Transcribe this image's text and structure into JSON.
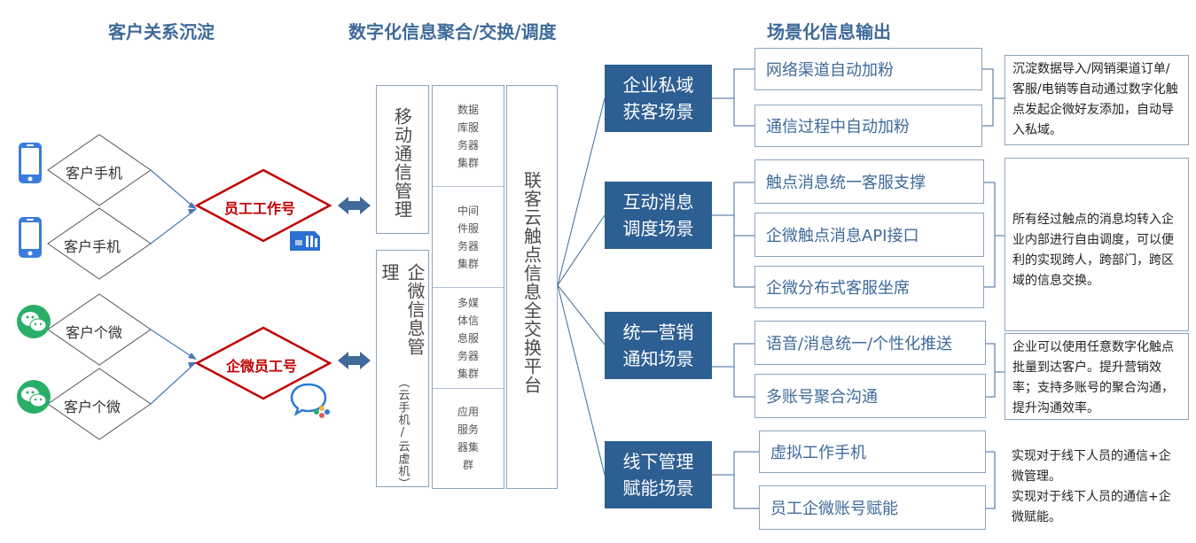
{
  "headers": {
    "left": "客户关系沉淀",
    "middle": "数字化信息聚合/交换/调度",
    "right": "场景化信息输出"
  },
  "customers": [
    "客户手机",
    "客户手机",
    "客户个微",
    "客户个微"
  ],
  "employees": {
    "work_phone": "员工工作号",
    "wecom": "企微员工号"
  },
  "management": {
    "mobile": "移动通信管理",
    "wecom": "企微信息管理",
    "wecom_sub": "（云手机/云虚机）"
  },
  "clusters": [
    "数据库服务器集群",
    "中间件服务器集群",
    "多媒体信息服务器集群",
    "应用服务器集群"
  ],
  "platform": "联客云触点信息全交换平台",
  "scenes": [
    {
      "title_1": "企业私域",
      "title_2": "获客场景",
      "items": [
        "网络渠道自动加粉",
        "通信过程中自动加粉"
      ]
    },
    {
      "title_1": "互动消息",
      "title_2": "调度场景",
      "items": [
        "触点消息统一客服支撑",
        "企微触点消息API接口",
        "企微分布式客服坐席"
      ]
    },
    {
      "title_1": "统一营销",
      "title_2": "通知场景",
      "items": [
        "语音/消息统一/个性化推送",
        "多账号聚合沟通"
      ]
    },
    {
      "title_1": "线下管理",
      "title_2": "赋能场景",
      "items": [
        "虚拟工作手机",
        "员工企微账号赋能"
      ]
    }
  ],
  "notes": [
    "沉淀数据导入/网销渠道订单/客服/电销等自动通过数字化触点发起企微好友添加，自动导入私域。",
    "所有经过触点的消息均转入企业内部进行自由调度，可以便利的实现跨人，跨部门，跨区域的信息交换。",
    "企业可以使用任意数字化触点批量到达客户。提升营销效率；支持多账号的聚合沟通，提升沟通效率。",
    "实现对于线下人员的通信+企微管理。",
    "实现对于线下人员的通信+企微赋能。"
  ],
  "colors": {
    "accent": "#2e5f93",
    "header": "#3f6a9a",
    "employee_border": "#c00000",
    "phone_icon": "#3b7ddd",
    "wechat_icon": "#2aae67"
  },
  "icons": [
    "phone-icon",
    "phone-icon",
    "wechat-icon",
    "wechat-icon",
    "sim-card-icon",
    "wecom-icon",
    "double-arrow-icon"
  ]
}
